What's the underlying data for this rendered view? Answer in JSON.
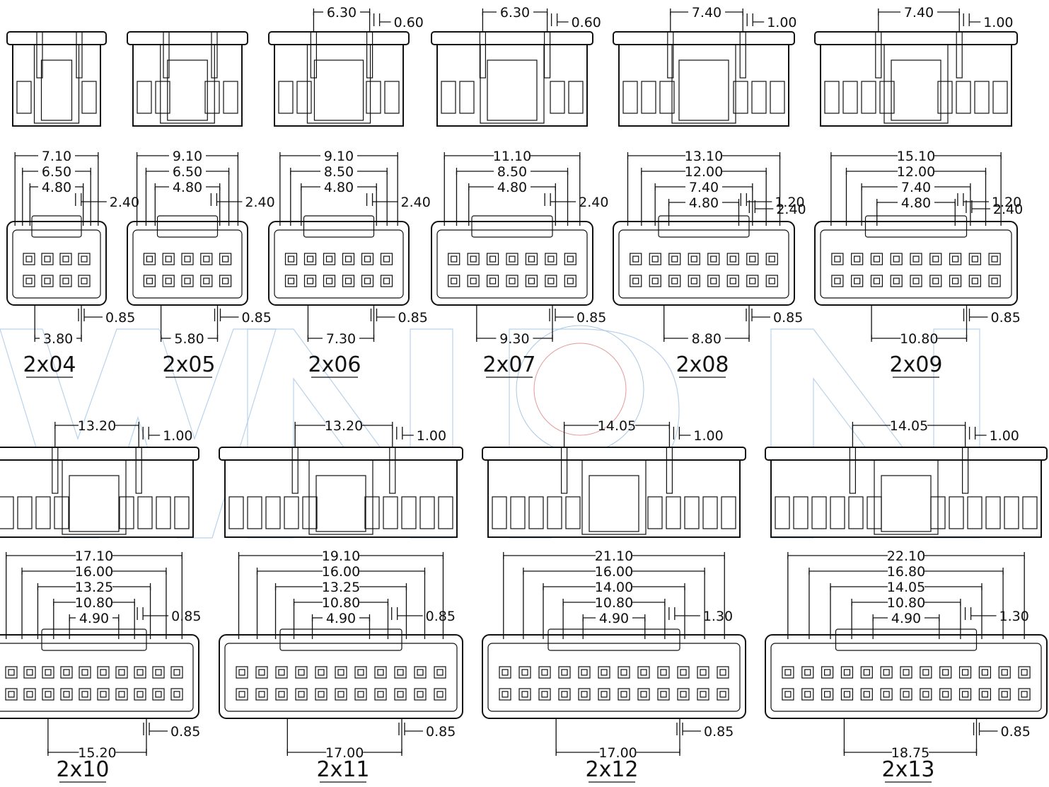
{
  "watermark": {
    "letters": [
      "W",
      "N",
      "P",
      "N"
    ],
    "color": "#a9c7e6",
    "accent": "#e39a9a"
  },
  "panels": [
    {
      "label": "2x04",
      "pins": 4,
      "top": [
        "",
        ""
      ],
      "front": [
        "7.10",
        "6.50",
        "4.80"
      ],
      "side": [
        "2.40"
      ],
      "foot": [
        "0.85",
        "3.80"
      ]
    },
    {
      "label": "2x05",
      "pins": 5,
      "top": [
        "",
        ""
      ],
      "front": [
        "9.10",
        "6.50",
        "4.80"
      ],
      "side": [
        "2.40"
      ],
      "foot": [
        "0.85",
        "5.80"
      ]
    },
    {
      "label": "2x06",
      "pins": 6,
      "top": [
        "6.30",
        "0.60"
      ],
      "front": [
        "9.10",
        "8.50",
        "4.80"
      ],
      "side": [
        "2.40"
      ],
      "foot": [
        "0.85",
        "7.30"
      ]
    },
    {
      "label": "2x07",
      "pins": 7,
      "top": [
        "6.30",
        "0.60"
      ],
      "front": [
        "11.10",
        "8.50",
        "4.80"
      ],
      "side": [
        "2.40"
      ],
      "foot": [
        "0.85",
        "9.30"
      ]
    },
    {
      "label": "2x08",
      "pins": 8,
      "top": [
        "7.40",
        "1.00"
      ],
      "front": [
        "13.10",
        "12.00",
        "7.40",
        "4.80"
      ],
      "side": [
        "1.20",
        "2.40"
      ],
      "foot": [
        "0.85",
        "8.80"
      ]
    },
    {
      "label": "2x09",
      "pins": 9,
      "top": [
        "7.40",
        "1.00"
      ],
      "front": [
        "15.10",
        "12.00",
        "7.40",
        "4.80"
      ],
      "side": [
        "1.20",
        "2.40"
      ],
      "foot": [
        "0.85",
        "10.80"
      ]
    },
    {
      "label": "2x10",
      "pins": 10,
      "top": [
        "13.20",
        "1.00"
      ],
      "front": [
        "17.10",
        "16.00",
        "13.25",
        "10.80",
        "4.90"
      ],
      "side": [
        "0.85"
      ],
      "foot": [
        "0.85",
        "15.20"
      ]
    },
    {
      "label": "2x11",
      "pins": 11,
      "top": [
        "13.20",
        "1.00"
      ],
      "front": [
        "19.10",
        "16.00",
        "13.25",
        "10.80",
        "4.90"
      ],
      "side": [
        "0.85"
      ],
      "foot": [
        "0.85",
        "17.00"
      ]
    },
    {
      "label": "2x12",
      "pins": 12,
      "top": [
        "14.05",
        "1.00"
      ],
      "front": [
        "21.10",
        "16.00",
        "14.00",
        "10.80",
        "4.90"
      ],
      "side": [
        "1.30"
      ],
      "foot": [
        "0.85",
        "17.00"
      ]
    },
    {
      "label": "2x13",
      "pins": 13,
      "top": [
        "14.05",
        "1.00"
      ],
      "front": [
        "22.10",
        "16.80",
        "14.05",
        "10.80",
        "4.90"
      ],
      "side": [
        "1.30"
      ],
      "foot": [
        "0.85",
        "18.75"
      ]
    }
  ]
}
